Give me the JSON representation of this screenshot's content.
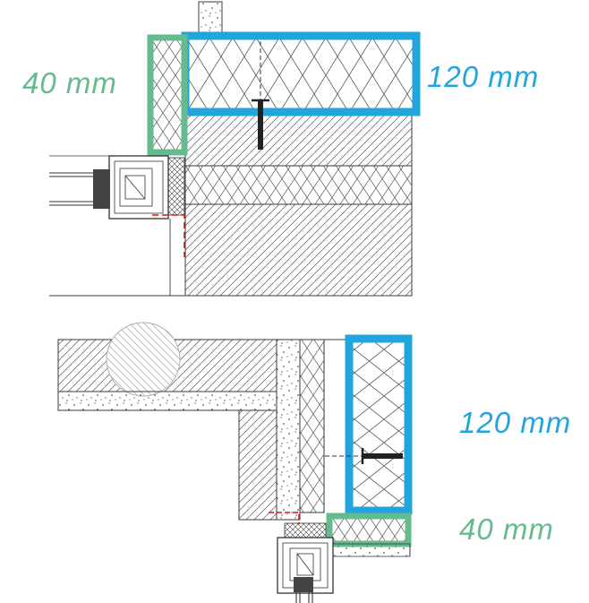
{
  "drawing": {
    "top_section": {
      "left_label": "40 mm",
      "right_label": "120 mm"
    },
    "bottom_section": {
      "right_upper_label": "120 mm",
      "right_lower_label": "40 mm"
    },
    "colors": {
      "green": "#66bb8e",
      "blue": "#22a5dc",
      "red": "#e11414",
      "ink": "#3a3a3a",
      "gray": "#b0b0b0"
    }
  }
}
